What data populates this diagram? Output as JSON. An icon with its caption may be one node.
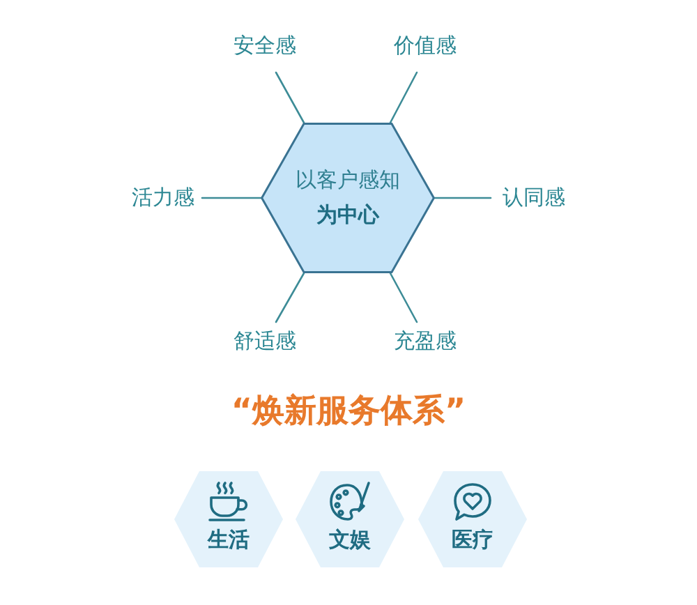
{
  "diagram": {
    "nodes": [
      {
        "text": [
          "安全感"
        ]
      },
      {
        "text": [
          "价值感"
        ]
      },
      {
        "text": [
          "活力感"
        ]
      },
      {
        "text": [
          "以客户感知",
          "为中心"
        ]
      },
      {
        "text": [
          "认同感"
        ]
      },
      {
        "text": [
          "舒适感"
        ]
      },
      {
        "text": [
          "充盈感"
        ]
      },
      {
        "text": [
          "生活"
        ]
      },
      {
        "text": [
          "文娱"
        ]
      },
      {
        "text": [
          "医疗"
        ]
      }
    ],
    "edges": [
      {
        "from": 3,
        "to": 0,
        "arrow": "none"
      },
      {
        "from": 3,
        "to": 1,
        "arrow": "none"
      },
      {
        "from": 3,
        "to": 2,
        "arrow": "none"
      },
      {
        "from": 3,
        "to": 4,
        "arrow": "none"
      },
      {
        "from": 3,
        "to": 5,
        "arrow": "none"
      },
      {
        "from": 3,
        "to": 6,
        "arrow": "none"
      }
    ],
    "labels": [
      "“焕新服务体系”"
    ]
  }
}
